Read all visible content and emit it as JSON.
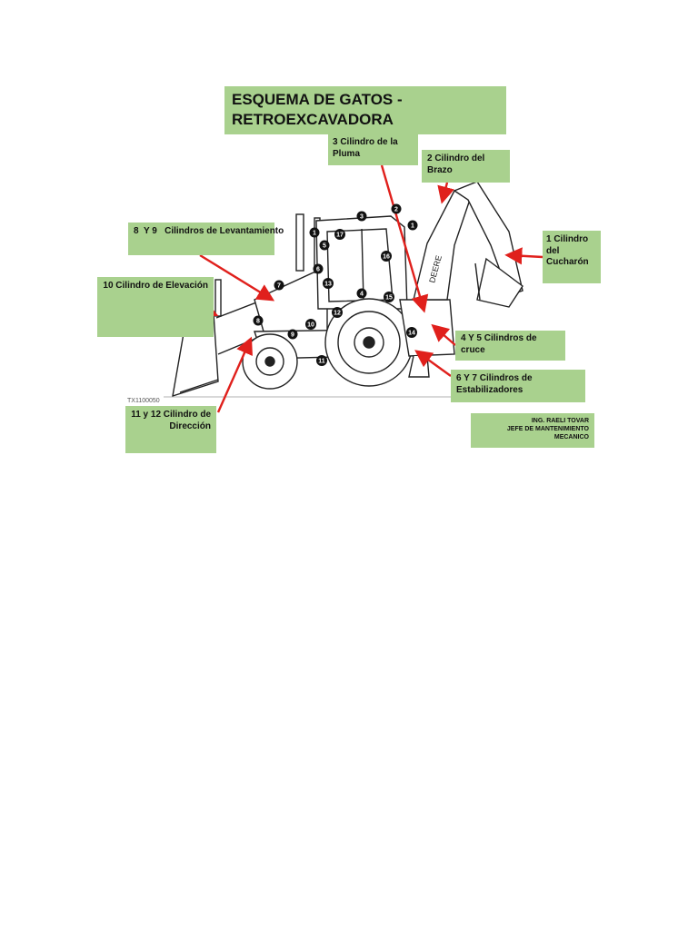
{
  "title": "ESQUEMA DE GATOS - RETROEXCAVADORA",
  "labels": {
    "c1": "1 Cilindro del Cucharón",
    "c2": "2 Cilindro del Brazo",
    "c3": "3 Cilindro de la Pluma",
    "c45": "4 Y 5 Cilindros de cruce",
    "c67": "6 Y 7 Cilindros de Estabilizadores",
    "c89": "8  Y 9   Cilindros de Levantamiento",
    "c10": "10 Cilindro de Elevación",
    "c1112": "11 y 12 Cilindro de Dirección"
  },
  "signature": {
    "line1": "ING. RAELI TOVAR",
    "line2": "JEFE DE MANTENIMIENTO",
    "line3": "MECANICO"
  },
  "markers": [
    "1",
    "2",
    "3",
    "4",
    "5",
    "6",
    "7",
    "8",
    "9",
    "10",
    "11",
    "12",
    "13",
    "14",
    "15",
    "16",
    "17"
  ],
  "brand_text": "DEERE",
  "drawing_code": "TX1100050",
  "colors": {
    "label_bg": "#a9d18e",
    "arrow": "#e0201c",
    "marker": "#111111"
  }
}
